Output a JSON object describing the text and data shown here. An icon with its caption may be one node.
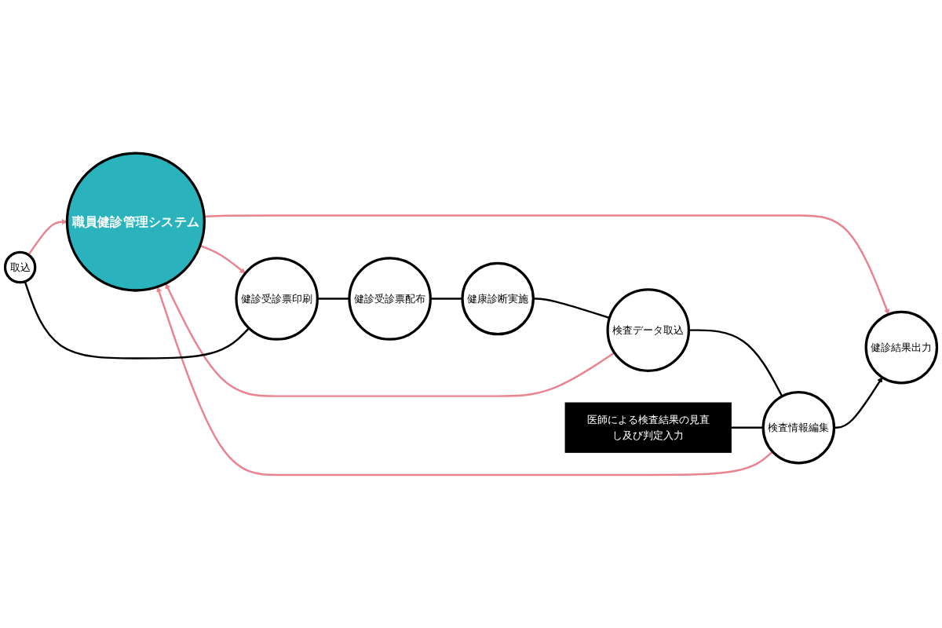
{
  "diagram": {
    "nodes": [
      {
        "text": [
          "職員健診管理システム"
        ]
      },
      {
        "text": [
          "取込"
        ]
      },
      {
        "text": [
          "健診受診票印刷"
        ]
      },
      {
        "text": [
          "健診受診票配布"
        ]
      },
      {
        "text": [
          "健康診断実施"
        ]
      },
      {
        "text": [
          "検査データ取込"
        ]
      },
      {
        "text": [
          "検査情報編集"
        ]
      },
      {
        "text": [
          "健診結果出力"
        ]
      },
      {
        "text": [
          "医師による検査結果の見直し及び判定入力"
        ]
      }
    ],
    "edges": [
      {
        "from": 1,
        "to": 0,
        "arrow": "to",
        "color": "#e8838f"
      },
      {
        "from": 0,
        "to": 2,
        "arrow": "to",
        "color": "#e8838f"
      },
      {
        "from": 0,
        "to": 7,
        "arrow": "to",
        "color": "#e8838f"
      },
      {
        "from": 6,
        "to": 0,
        "arrow": "to",
        "color": "#e8838f"
      },
      {
        "from": 5,
        "to": 0,
        "arrow": "to",
        "color": "#e8838f"
      },
      {
        "from": 1,
        "to": 2,
        "arrow": "none"
      },
      {
        "from": 2,
        "to": 3,
        "arrow": "none"
      },
      {
        "from": 3,
        "to": 4,
        "arrow": "none"
      },
      {
        "from": 4,
        "to": 5,
        "arrow": "none"
      },
      {
        "from": 5,
        "to": 6,
        "arrow": "none"
      },
      {
        "from": 6,
        "to": 7,
        "arrow": "to"
      },
      {
        "from": 8,
        "to": 6,
        "arrow": "none"
      }
    ]
  }
}
